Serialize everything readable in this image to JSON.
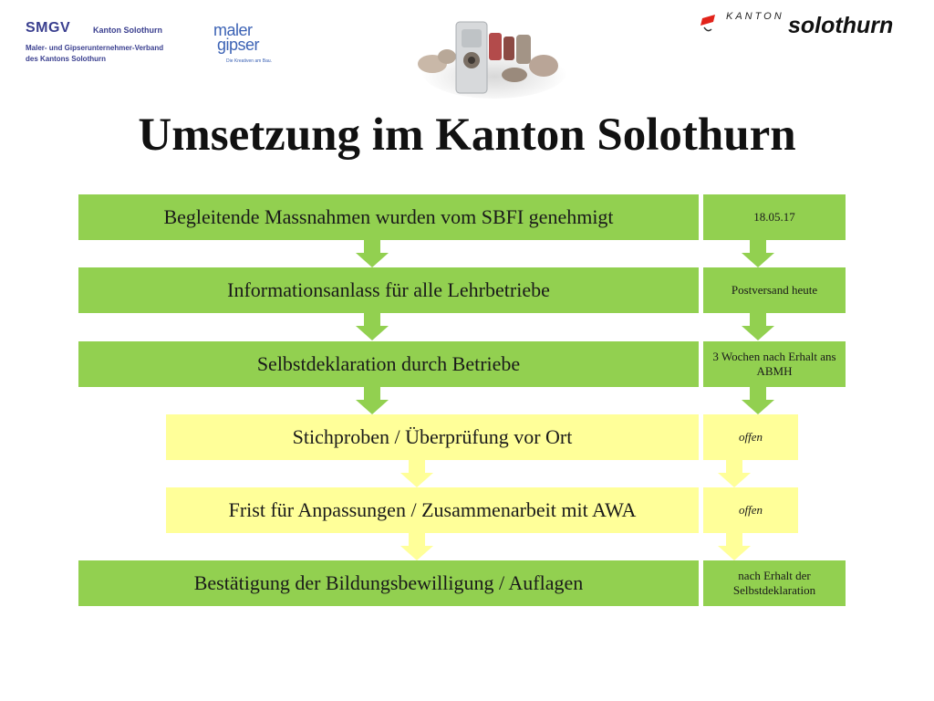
{
  "header": {
    "smgv_logo": {
      "name": "SMGV",
      "region": "Kanton Solothurn",
      "line1": "Maler- und Gipserunternehmer-Verband",
      "line2": "des Kantons Solothurn"
    },
    "maler_logo": {
      "word1": "maler",
      "word2": "gipser",
      "tagline": "Die Kreativen am Bau."
    },
    "photo_icon": "decorative-tools-photo",
    "kanton_logo": {
      "word1": "KANTON",
      "word2": "solothurn",
      "accent_color": "#e2231a"
    }
  },
  "title": "Umsetzung im Kanton Solothurn",
  "colors": {
    "green": "#92d050",
    "yellow": "#ffff99"
  },
  "steps": [
    {
      "label": "Begleitende Massnahmen wurden vom SBFI genehmigt",
      "status": "18.05.17",
      "color": "green",
      "status_italic": false
    },
    {
      "label": "Informationsanlass für alle Lehrbetriebe",
      "status": "Postversand heute",
      "color": "green",
      "status_italic": false
    },
    {
      "label": "Selbstdeklaration durch Betriebe",
      "status": "3 Wochen nach Erhalt ans ABMH",
      "color": "green",
      "status_italic": false
    },
    {
      "label": "Stichproben / Überprüfung vor Ort",
      "status": "offen",
      "color": "yellow",
      "status_italic": true
    },
    {
      "label": "Frist für Anpassungen / Zusammenarbeit mit AWA",
      "status": "offen",
      "color": "yellow",
      "status_italic": true
    },
    {
      "label": "Bestätigung der Bildungsbewilligung / Auflagen",
      "status": "nach Erhalt der Selbstdeklaration",
      "color": "green",
      "status_italic": false
    }
  ]
}
